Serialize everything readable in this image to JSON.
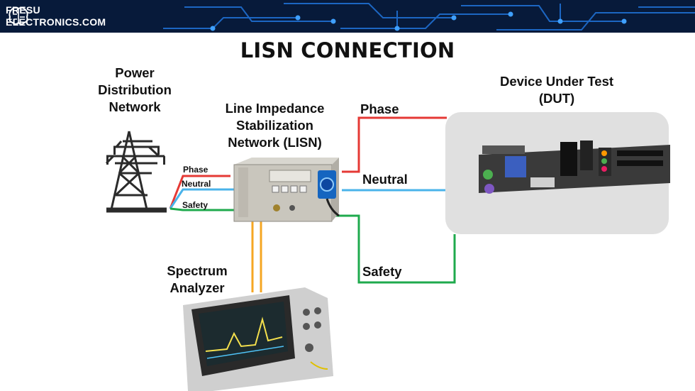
{
  "brand": {
    "line1": "FRESU",
    "line2": "ELECTRONICS.COM"
  },
  "title": "LISN CONNECTION",
  "nodes": {
    "power": {
      "line1": "Power",
      "line2": "Distribution",
      "line3": "Network"
    },
    "lisn": {
      "line1": "Line Impedance",
      "line2": "Stabilization",
      "line3": "Network (LISN)"
    },
    "dut": {
      "line1": "Device Under Test",
      "line2": "(DUT)"
    },
    "analyzer": {
      "line1": "Spectrum",
      "line2": "Analyzer"
    }
  },
  "wires_left": {
    "phase": "Phase",
    "neutral": "Neutral",
    "safety": "Safety"
  },
  "wires_right": {
    "phase": "Phase",
    "neutral": "Neutral",
    "safety": "Safety"
  },
  "colors": {
    "phase": "#e53935",
    "neutral": "#4ab3ea",
    "safety": "#1faa4d",
    "signal": "#f5a623",
    "banner": "#071a3a"
  }
}
